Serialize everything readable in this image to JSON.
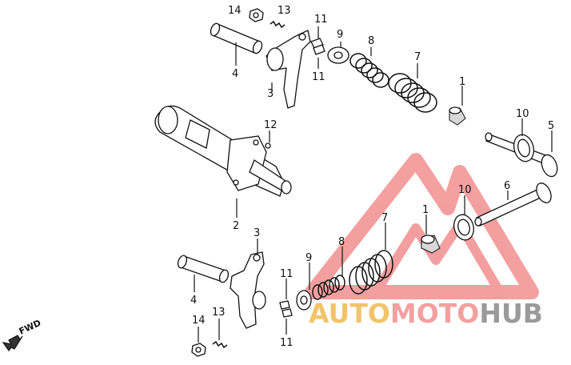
{
  "labels": {
    "top_14": "14",
    "top_13": "13",
    "top_11a": "11",
    "top_9": "9",
    "top_8": "8",
    "top_7": "7",
    "top_4": "4",
    "top_3": "3",
    "top_11b": "11",
    "top_1": "1",
    "mid_12": "12",
    "mid_10": "10",
    "mid_5": "5",
    "mid_2": "2",
    "mid_10b": "10",
    "mid_6": "6",
    "low_3": "3",
    "low_7": "7",
    "low_1": "1",
    "low_8": "8",
    "low_9": "9",
    "low_11a": "11",
    "low_4": "4",
    "low_13": "13",
    "low_14": "14",
    "low_11b": "11"
  },
  "fwd_label": "FWD",
  "watermark": {
    "part1": "AUTO",
    "part2": "MOTO",
    "part3": "HUB"
  },
  "colors": {
    "auto": "#f1c46a",
    "moto": "#f3a0a0",
    "hub": "#9a9a9a",
    "triangle": "#f08080"
  }
}
